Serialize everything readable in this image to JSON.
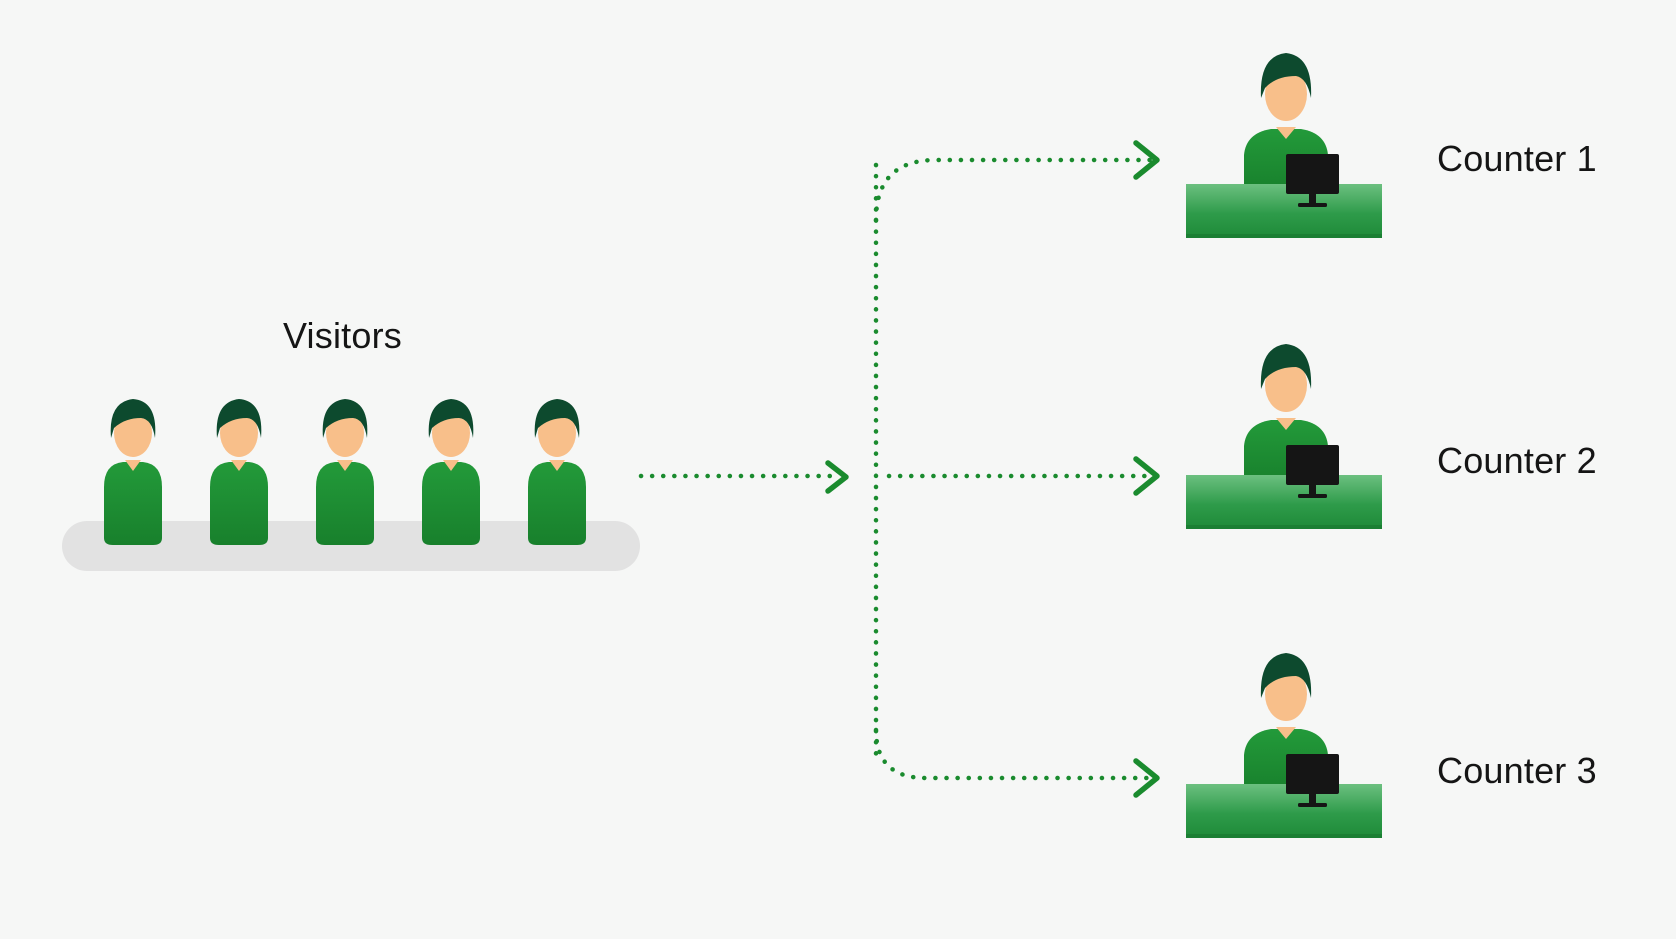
{
  "visitors": {
    "label": "Visitors",
    "people_count": 5,
    "person_icon": "person-icon"
  },
  "counters": [
    {
      "label": "Counter 1",
      "icon": "clerk-at-desk-icon"
    },
    {
      "label": "Counter 2",
      "icon": "clerk-at-desk-icon"
    },
    {
      "label": "Counter 3",
      "icon": "clerk-at-desk-icon"
    }
  ],
  "connector": {
    "style": "dotted",
    "arrowhead": "chevron"
  },
  "colors": {
    "background": "#f6f7f6",
    "person_body": "#1e8a32",
    "hair": "#0d4a2e",
    "skin": "#f8bf8a",
    "platform": "#e2e2e2",
    "connector": "#1a8b2e",
    "desk": "#2a9a48",
    "monitor": "#151515",
    "text": "#151515"
  }
}
